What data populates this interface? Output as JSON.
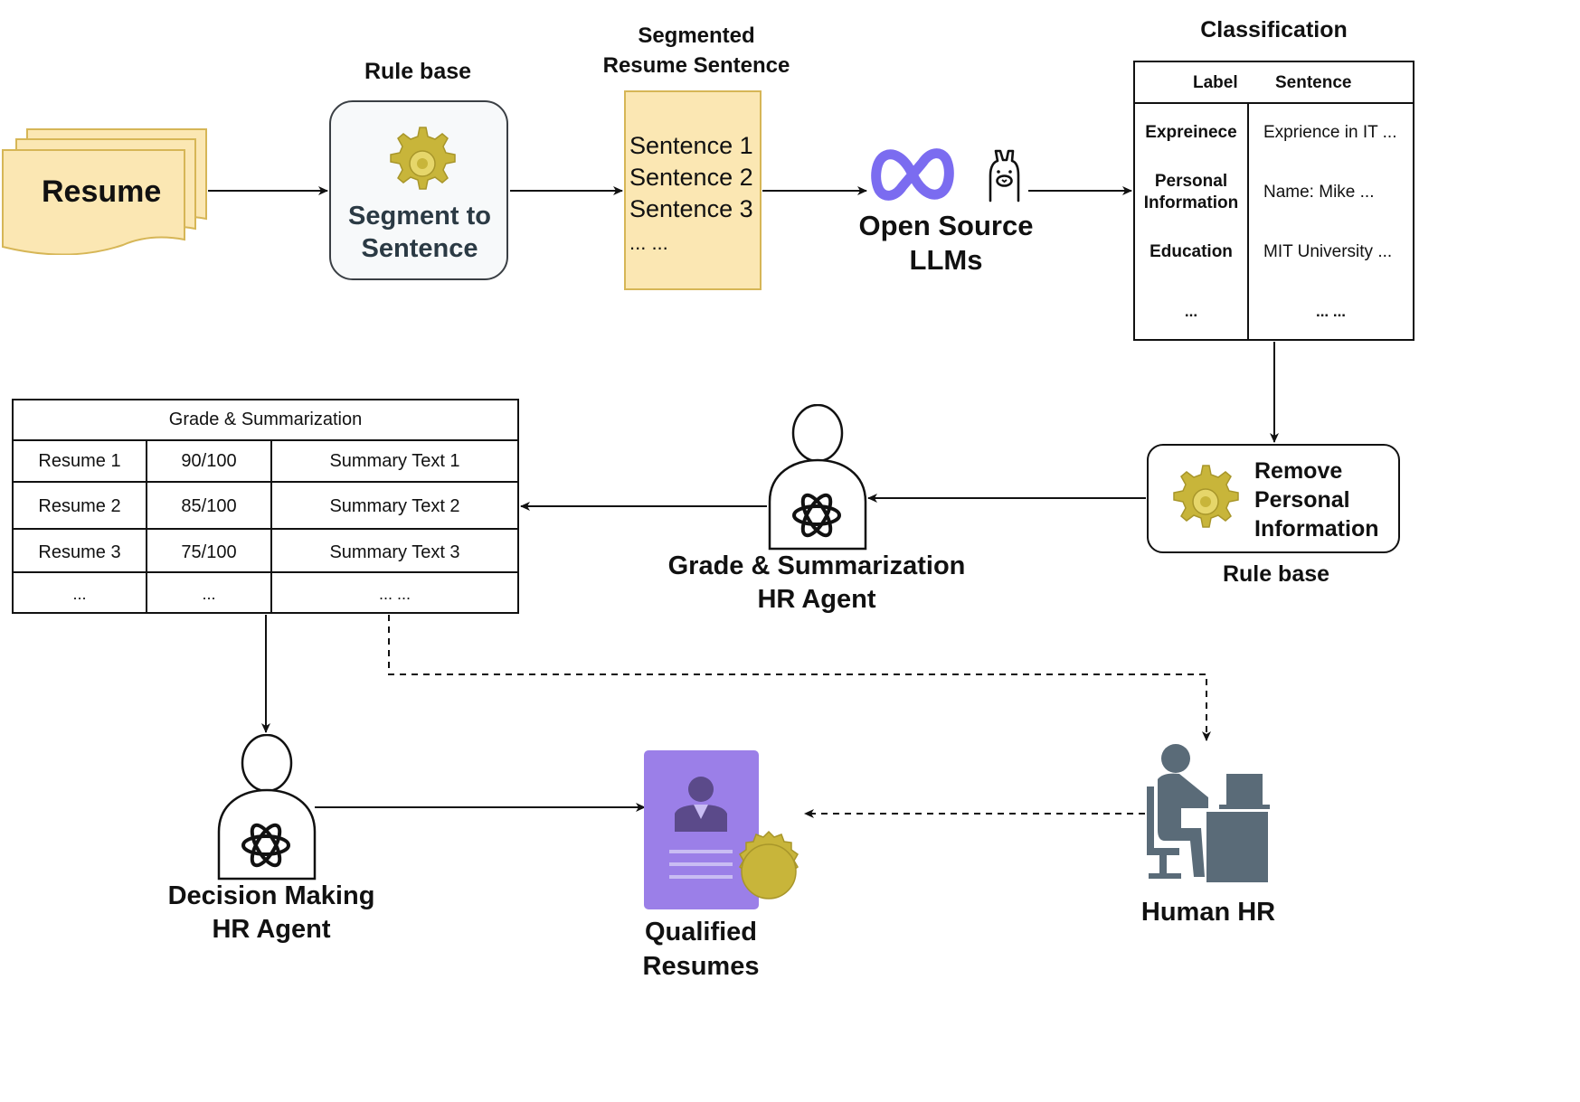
{
  "resume": {
    "label": "Resume"
  },
  "rule_base_1": {
    "title": "Rule base",
    "box_label_line1": "Segment to",
    "box_label_line2": "Sentence"
  },
  "segmented": {
    "title_line1": "Segmented",
    "title_line2": "Resume Sentence",
    "lines": [
      "Sentence 1",
      "Sentence 2",
      "Sentence 3",
      "... ..."
    ]
  },
  "llm": {
    "label_line1": "Open Source",
    "label_line2": "LLMs",
    "icons": [
      "meta-infinity-icon",
      "llama-icon"
    ]
  },
  "classification": {
    "title": "Classification",
    "headers": [
      "Label",
      "Sentence"
    ],
    "rows": [
      {
        "label": "Expreinece",
        "sentence": "Exprience in IT ..."
      },
      {
        "label_line1": "Personal",
        "label_line2": "Information",
        "sentence": "Name: Mike ..."
      },
      {
        "label": "Education",
        "sentence": "MIT University ..."
      },
      {
        "label": "...",
        "sentence": "... ..."
      }
    ]
  },
  "remove_pi": {
    "line1": "Remove",
    "line2": "Personal",
    "line3": "Information",
    "caption": "Rule base"
  },
  "grade_agent": {
    "label_line1": "Grade & Summarization",
    "label_line2": "HR Agent"
  },
  "grade_table": {
    "title": "Grade & Summarization",
    "rows": [
      [
        "Resume 1",
        "90/100",
        "Summary Text 1"
      ],
      [
        "Resume 2",
        "85/100",
        "Summary Text 2"
      ],
      [
        "Resume 3",
        "75/100",
        "Summary Text 3"
      ],
      [
        "...",
        "...",
        "... ..."
      ]
    ]
  },
  "decision_agent": {
    "label_line1": "Decision Making",
    "label_line2": "HR Agent"
  },
  "qualified": {
    "label_line1": "Qualified",
    "label_line2": "Resumes"
  },
  "human_hr": {
    "label": "Human HR"
  },
  "colors": {
    "note_fill": "#fbe7b3",
    "note_border": "#d6b656",
    "gear": "#c8b53a",
    "purple": "#9b7fe8",
    "hr_gray": "#5a6b78",
    "meta_blue": "#7b6cf0"
  }
}
